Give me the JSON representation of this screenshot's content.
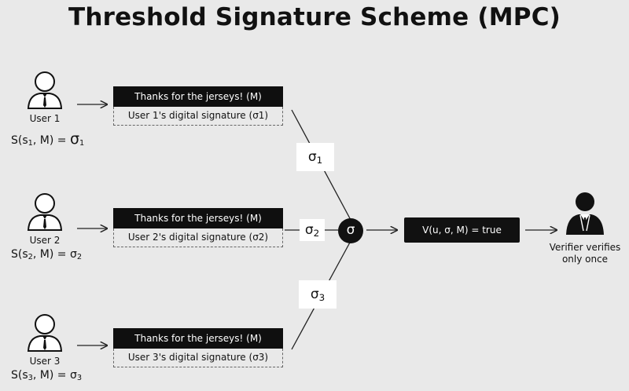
{
  "title": "Threshold Signature Scheme (MPC)",
  "users": [
    {
      "label": "User 1",
      "formula_pre": "S(",
      "formula_key": "s",
      "formula_key_sub": "1",
      "formula_mid": ", M) = ",
      "formula_sig": "σ",
      "formula_sig_sub": "1",
      "message": "Thanks for the jerseys! (M)",
      "signature": "User 1's digital signature (σ1)"
    },
    {
      "label": "User 2",
      "formula_pre": "S(",
      "formula_key": "s",
      "formula_key_sub": "2",
      "formula_mid": ", M) = ",
      "formula_sig": "σ",
      "formula_sig_sub": "2",
      "message": "Thanks for the jerseys! (M)",
      "signature": "User 2's digital signature (σ2)"
    },
    {
      "label": "User 3",
      "formula_pre": "S(",
      "formula_key": "s",
      "formula_key_sub": "3",
      "formula_mid": ", M) = ",
      "formula_sig": "σ",
      "formula_sig_sub": "3",
      "message": "Thanks for the jerseys! (M)",
      "signature": "User 3's digital signature (σ3)"
    }
  ],
  "partial_signatures": [
    {
      "symbol": "σ",
      "sub": "1"
    },
    {
      "symbol": "σ",
      "sub": "2"
    },
    {
      "symbol": "σ",
      "sub": "3"
    }
  ],
  "aggregate_symbol": "σ",
  "verify_text": "V(u, σ, M) = true",
  "verifier_label_line1": "Verifier verifies",
  "verifier_label_line2": "only once",
  "colors": {
    "background": "#e9e9e9",
    "dark": "#111111",
    "white": "#ffffff"
  },
  "icons": {
    "user": "user-icon",
    "verifier": "verifier-icon"
  }
}
